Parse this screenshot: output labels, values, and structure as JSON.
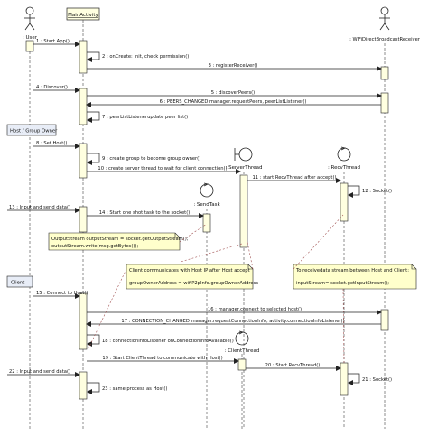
{
  "participants": {
    "user": ": User",
    "main_activity": "MainActivity",
    "wifi_receiver": ": WiFiDirectBroadcastReceiver",
    "server_thread": ": ServerThread",
    "recv_thread": ": RecvThread",
    "send_task": ": SendTask",
    "client_thread": ": ClientThread"
  },
  "messages": {
    "m1": "1 : Start App()",
    "m2": "2 : onCreate: Init, check permission()",
    "m3": "3 : registerReceiver()",
    "m4": "4 : Discover()",
    "m5": "5 : discoverPeers()",
    "m6": "6 : PEERS_CHANGED manager.requestPeers, peerListListener()",
    "m7": "7 : peerListListenerupdate peer list()",
    "m8": "8 : Set Host()",
    "m9a": "9 : create group to become group owner()",
    "m9b": "",
    "m10": "10 : create server thread to wait for client connection()",
    "m11": "11 : start RecvThread after accept()",
    "m12": "12 : Socket()",
    "m13": "13 : Input and send data()",
    "m14": "14 : Start one shot task to the socket()",
    "m15": "15 : Connect to Host()",
    "m16": "16 : manager.connect to selected host()",
    "m17": "17 : CONNECTION_CHANGED manager.requestConnectionInfo, activity.connectionInfoListener()",
    "m18": "18 : connectionInfoListener onConnectionInfoAvailable()",
    "m19": "19 : Start ClientThread to communicate with Host()",
    "m20": "20 : Start RecvThread()",
    "m21": "21 : Socket()",
    "m22": "22 : Input and send data()",
    "m23": "23 : same process as Host()"
  },
  "frames": {
    "host_group_owner": "Host / Group Owner",
    "client": "Client"
  },
  "notes": {
    "output_line1": "OutputStream outputStream = socket.getOutputStream();",
    "output_line2": "outputStream.write(msg.getBytes());",
    "client_comm_line1": "Client communicates with Host IP after Host accept",
    "client_comm_line2": "groupOwnerAddress = wifiP2pInfo.groupOwnerAddress",
    "recv_line1": "To receivedata stream between Host and Client:",
    "recv_line2": "inputStream= socket.getInputStream();"
  },
  "colors": {
    "line": "#222222",
    "frame_fill": "#e8edf7",
    "note_fill": "#ffffcc",
    "activation_fill": "#ffffe0",
    "dashed_link": "#a05050"
  }
}
